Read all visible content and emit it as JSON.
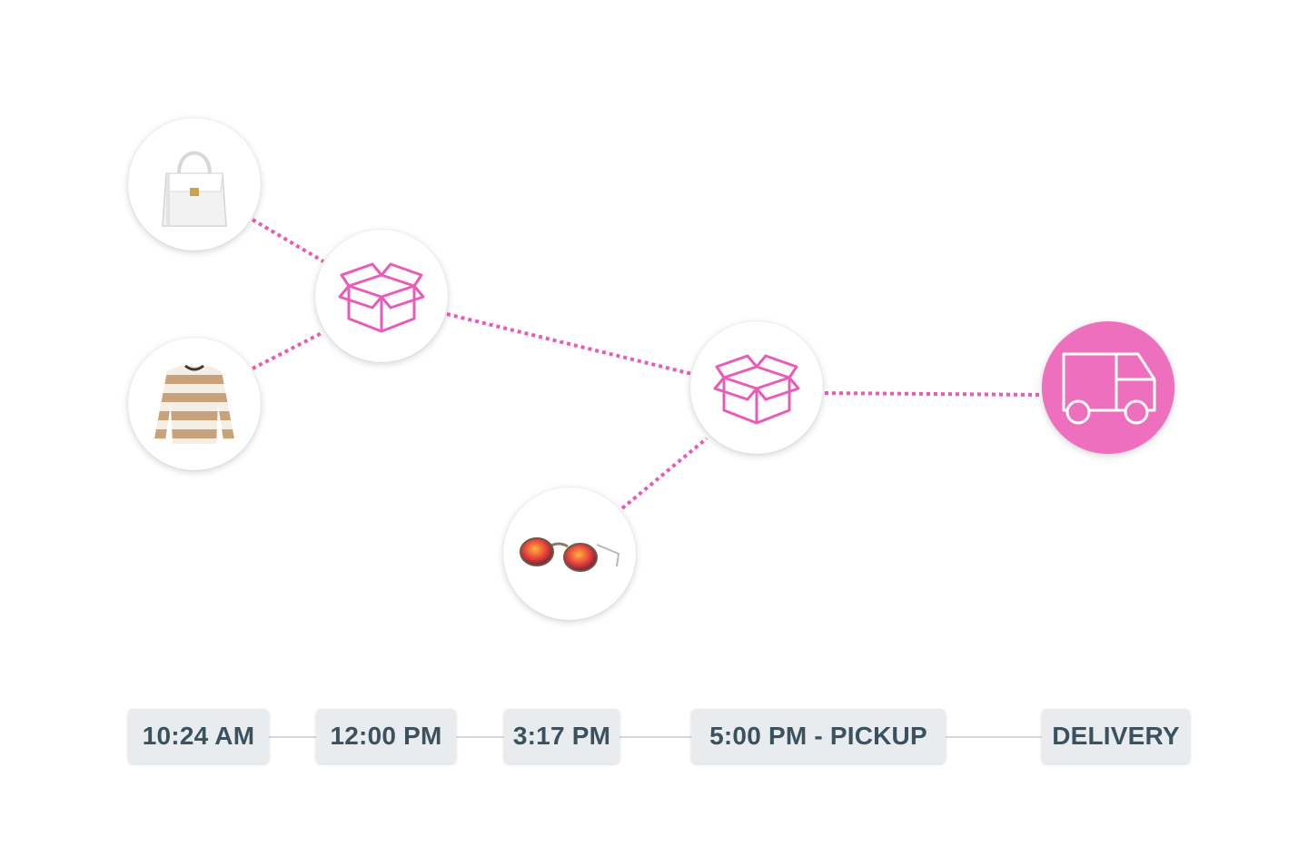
{
  "colors": {
    "accent": "#ee6fbe",
    "chip_bg": "#e8ecee",
    "chip_text": "#3a5160",
    "connector": "#e85cb8"
  },
  "nodes": [
    {
      "id": "handbag",
      "icon": "handbag-icon"
    },
    {
      "id": "sweater",
      "icon": "sweater-icon"
    },
    {
      "id": "box1",
      "icon": "package-box-icon"
    },
    {
      "id": "sunglasses",
      "icon": "sunglasses-icon"
    },
    {
      "id": "box2",
      "icon": "package-box-icon"
    },
    {
      "id": "truck",
      "icon": "delivery-truck-icon"
    }
  ],
  "timeline": {
    "labels": [
      "10:24 AM",
      "12:00 PM",
      "3:17 PM",
      "5:00 PM - PICKUP",
      "DELIVERY"
    ]
  }
}
